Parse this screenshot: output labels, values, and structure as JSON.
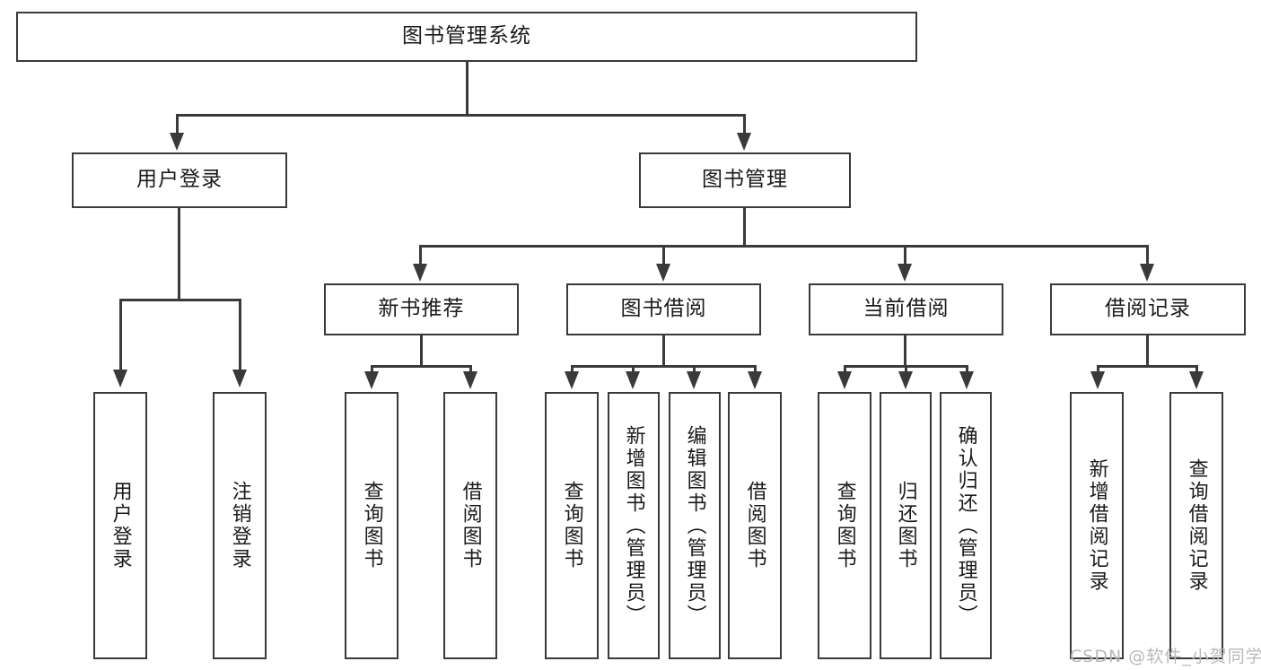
{
  "diagram": {
    "title_node": {
      "label": "图书管理系统"
    },
    "level1": [
      {
        "id": "user-login",
        "label": "用户登录"
      },
      {
        "id": "book-management",
        "label": "图书管理"
      }
    ],
    "level2": [
      {
        "id": "new-book-recommend",
        "label": "新书推荐"
      },
      {
        "id": "book-borrow",
        "label": "图书借阅"
      },
      {
        "id": "current-borrow",
        "label": "当前借阅"
      },
      {
        "id": "borrow-record",
        "label": "借阅记录"
      }
    ],
    "leaves": {
      "user_login": [
        {
          "id": "leaf-user-login",
          "label": "用户登录"
        },
        {
          "id": "leaf-logout",
          "label": "注销登录"
        }
      ],
      "new_book_recommend": [
        {
          "id": "leaf-query-book-1",
          "label": "查询图书"
        },
        {
          "id": "leaf-borrow-book-1",
          "label": "借阅图书"
        }
      ],
      "book_borrow": [
        {
          "id": "leaf-query-book-2",
          "label": "查询图书"
        },
        {
          "id": "leaf-add-book",
          "label": "新增图书（管理员）"
        },
        {
          "id": "leaf-edit-book",
          "label": "编辑图书（管理员）"
        },
        {
          "id": "leaf-borrow-book-2",
          "label": "借阅图书"
        }
      ],
      "current_borrow": [
        {
          "id": "leaf-query-book-3",
          "label": "查询图书"
        },
        {
          "id": "leaf-return-book",
          "label": "归还图书"
        },
        {
          "id": "leaf-confirm-return",
          "label": "确认归还（管理员）"
        }
      ],
      "borrow_record": [
        {
          "id": "leaf-add-record",
          "label": "新增借阅记录"
        },
        {
          "id": "leaf-query-record",
          "label": "查询借阅记录"
        }
      ]
    }
  },
  "watermark": {
    "text": "CSDN @软件_小贺同学"
  },
  "colors": {
    "stroke": "#3a3a3a",
    "background": "#ffffff",
    "text": "#1a1a1a",
    "watermark": "#b9b9b9"
  }
}
